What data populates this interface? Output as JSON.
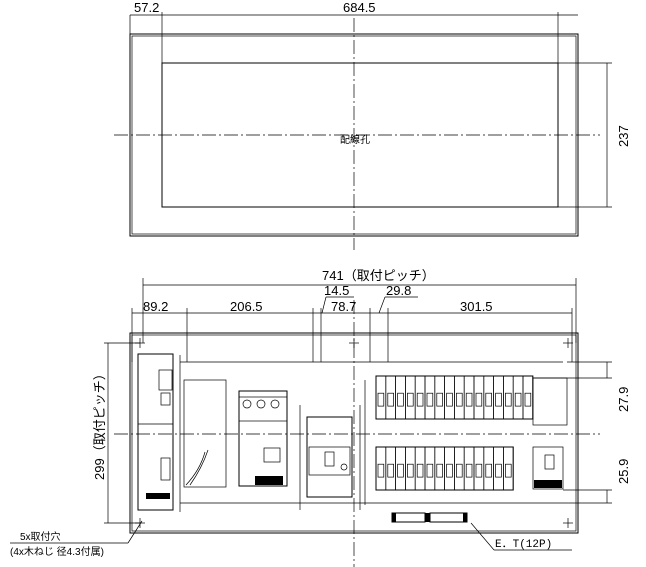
{
  "top_view": {
    "dim_left": "57.2",
    "dim_width": "684.5",
    "dim_height": "237",
    "hole_label": "配線孔"
  },
  "front_view": {
    "dim_pitch_width": "741（取付ピッチ）",
    "dim_14_5": "14.5",
    "dim_29_8": "29.8",
    "dim_89_2": "89.2",
    "dim_206_5": "206.5",
    "dim_78_7": "78.7",
    "dim_301_5": "301.5",
    "dim_27_9": "27.9",
    "dim_25_9": "25.9",
    "dim_pitch_height": "299（取付ピッチ）",
    "mount_hole_note": "5x取付穴",
    "screw_note": "(4x木ねじ 径4.3付属)",
    "et_label": "E．T(12P)",
    "top_breaker_count": 16,
    "bottom_breaker_count": 14
  }
}
